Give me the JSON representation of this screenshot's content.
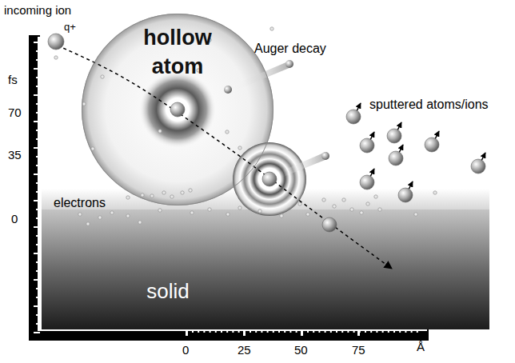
{
  "diagram": {
    "nodes": [
      {
        "text": [
          "hollow atom"
        ]
      },
      {
        "text": [
          "solid"
        ]
      }
    ],
    "labels": [
      "incoming ion",
      "q+",
      "fs",
      "70",
      "35",
      "0",
      "Auger decay",
      "sputtered atoms/ions",
      "electrons",
      "0",
      "25",
      "50",
      "75",
      "Å"
    ]
  }
}
